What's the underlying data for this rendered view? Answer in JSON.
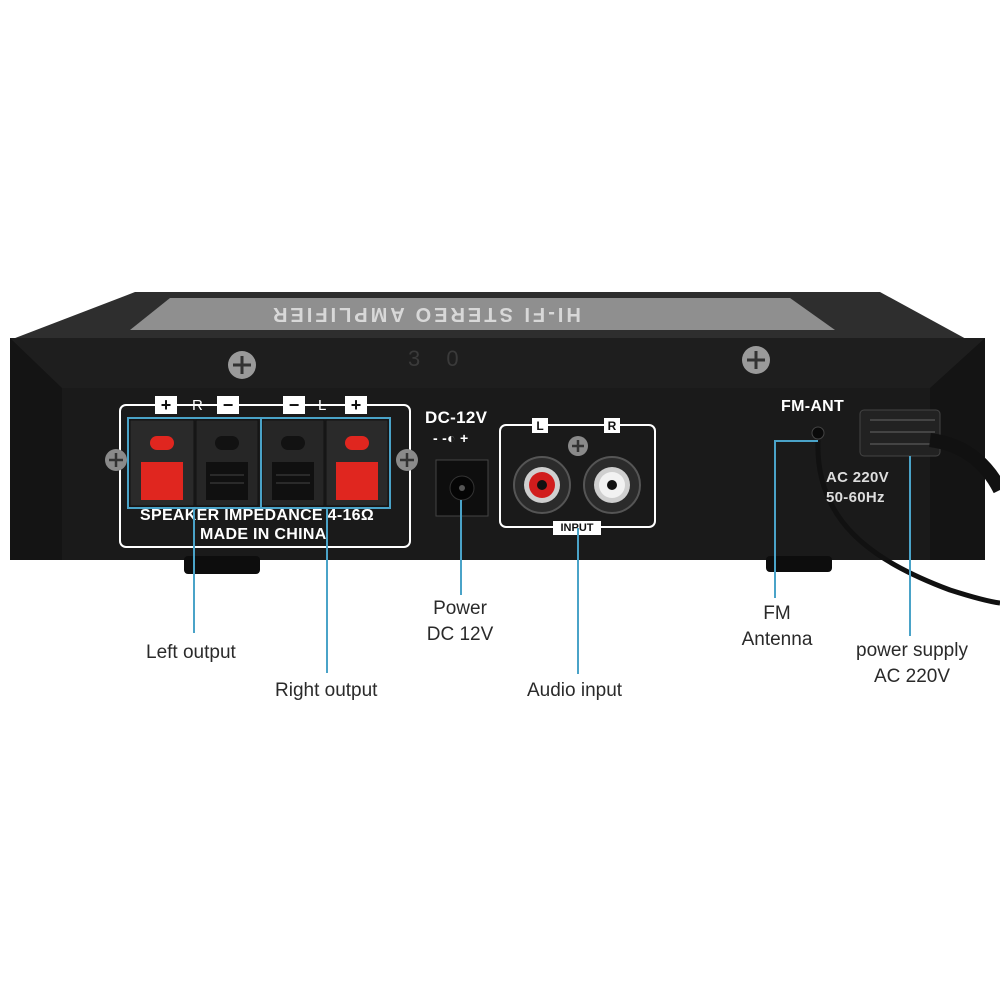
{
  "panel": {
    "top_label": "HI-FI STEREO AMPLIFIER",
    "serial_mark": "3 0",
    "speaker": {
      "plus": "+",
      "minus": "−",
      "r_label": "R",
      "l_label": "L",
      "impedance": "SPEAKER IMPEDANCE 4-16Ω",
      "made_in": "MADE IN CHINA"
    },
    "dc_jack": {
      "label": "DC-12V",
      "polarity": "- -◐ +"
    },
    "rca": {
      "left": "L",
      "right": "R",
      "input": "INPUT"
    },
    "fm": {
      "label": "FM-ANT"
    },
    "ac": {
      "voltage": "AC 220V",
      "freq": "50-60Hz"
    }
  },
  "callouts": {
    "left_output": "Left output",
    "right_output": "Right output",
    "power_dc_line1": "Power",
    "power_dc_line2": "DC 12V",
    "audio_input": "Audio input",
    "fm_line1": "FM",
    "fm_line2": "Antenna",
    "supply_line1": "power supply",
    "supply_line2": "AC 220V"
  },
  "colors": {
    "leader": "#4aa3c8",
    "chassis": "#1c1c1c",
    "red_terminal": "#e0261f"
  }
}
